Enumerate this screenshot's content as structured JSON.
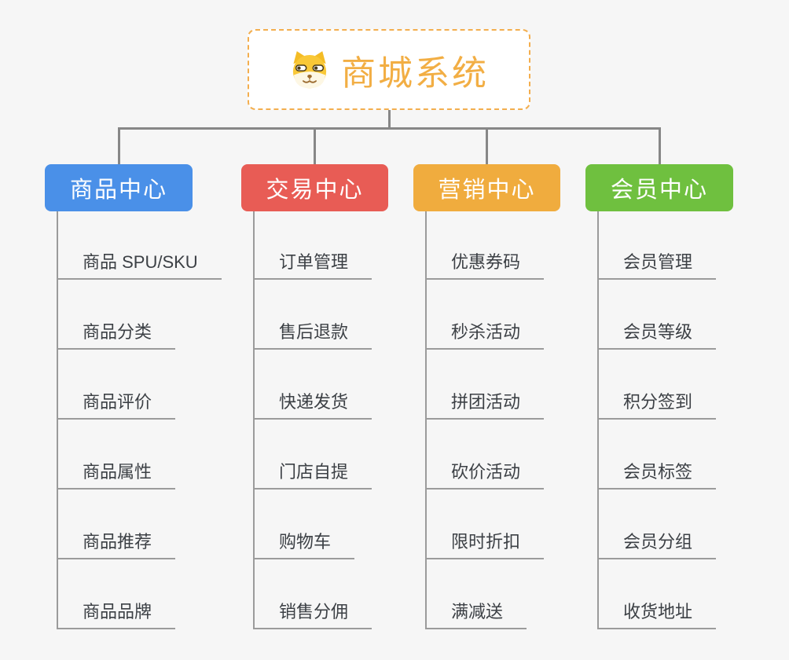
{
  "app": {
    "background_color": "#F6F6F6",
    "connector_color": "#878787",
    "leaf_line_color": "#9B9B9B",
    "leaf_text_color": "#3C4045"
  },
  "root": {
    "title": "商城系统",
    "icon": "doge-icon",
    "text_color": "#F2AE44",
    "border_color": "#F3AE4E"
  },
  "branches": [
    {
      "label": "商品中心",
      "color": "#4A90E8",
      "items": [
        "商品 SPU/SKU",
        "商品分类",
        "商品评价",
        "商品属性",
        "商品推荐",
        "商品品牌"
      ]
    },
    {
      "label": "交易中心",
      "color": "#E85C55",
      "items": [
        "订单管理",
        "售后退款",
        "快递发货",
        "门店自提",
        "购物车",
        "销售分佣"
      ]
    },
    {
      "label": "营销中心",
      "color": "#F0AC3E",
      "items": [
        "优惠券码",
        "秒杀活动",
        "拼团活动",
        "砍价活动",
        "限时折扣",
        "满减送"
      ]
    },
    {
      "label": "会员中心",
      "color": "#6FC03F",
      "items": [
        "会员管理",
        "会员等级",
        "积分签到",
        "会员标签",
        "会员分组",
        "收货地址"
      ]
    }
  ]
}
